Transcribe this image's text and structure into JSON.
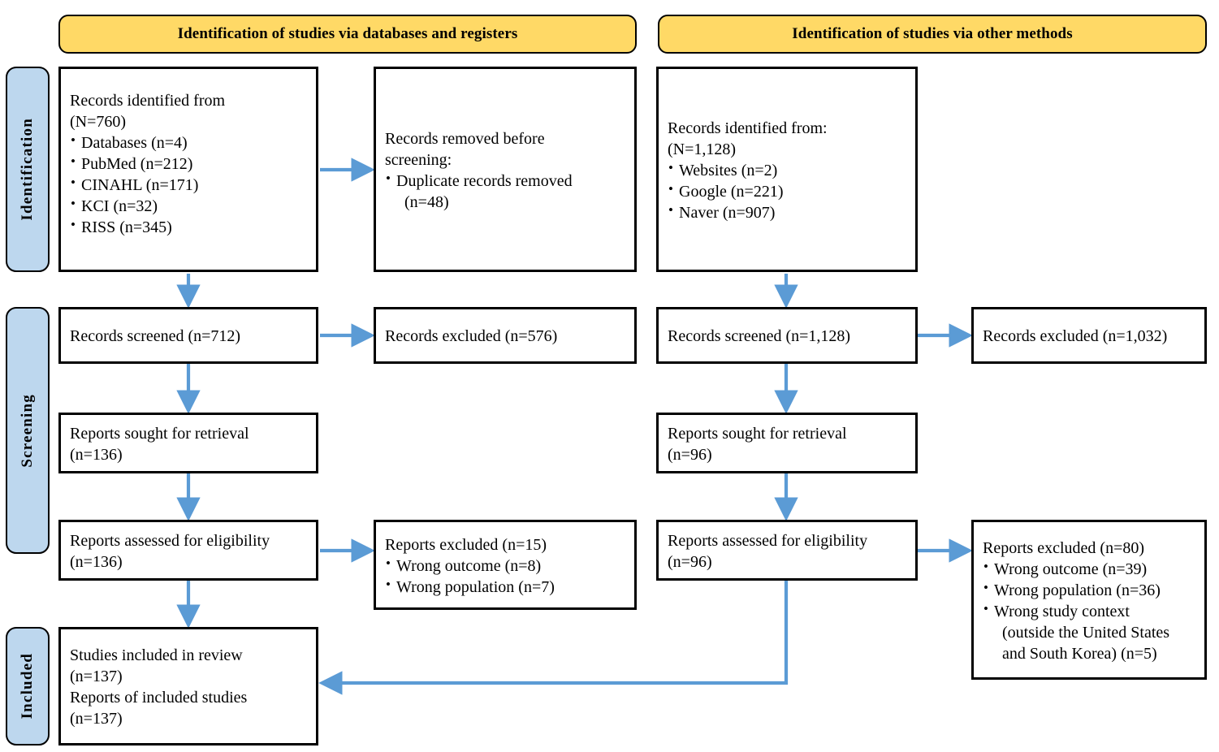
{
  "meta": {
    "diagram_title": "PRISMA 2020 flow diagram",
    "accent_header": "#FFD966",
    "accent_stage_label": "#BDD7EE",
    "accent_arrow": "#5B9BD5",
    "box_border": "#000000"
  },
  "headers": {
    "left": "Identification of studies via databases and registers",
    "right": "Identification of studies via other methods"
  },
  "stage_labels": {
    "identification": "Identification",
    "screening": "Screening",
    "included": "Included"
  },
  "boxes": {
    "records_identified_db": {
      "line1": "Records identified from",
      "line2": "(N=760)",
      "bullets": [
        "Databases (n=4)",
        "PubMed (n=212)",
        "CINAHL (n=171)",
        "KCI (n=32)",
        "RISS (n=345)"
      ]
    },
    "records_removed": {
      "line1": "Records removed before",
      "line2": "screening:",
      "bullets": [
        "Duplicate records removed",
        "(n=48)"
      ]
    },
    "records_identified_other": {
      "line1": "Records identified from:",
      "line2": "(N=1,128)",
      "bullets": [
        "Websites (n=2)",
        "Google (n=221)",
        "Naver (n=907)"
      ]
    },
    "records_screened_db": {
      "line1": "Records screened (n=712)"
    },
    "records_excluded_db": {
      "line1": "Records excluded (n=576)"
    },
    "records_screened_other": {
      "line1": "Records screened (n=1,128)"
    },
    "records_excluded_other": {
      "line1": "Records excluded (n=1,032)"
    },
    "reports_sought_db": {
      "line1": "Reports sought for retrieval",
      "line2": "(n=136)"
    },
    "reports_sought_other": {
      "line1": "Reports sought for retrieval",
      "line2": "(n=96)"
    },
    "reports_assessed_db": {
      "line1": "Reports assessed for eligibility",
      "line2": "(n=136)"
    },
    "reports_excluded_db": {
      "line1": "Reports excluded (n=15)",
      "bullets": [
        "Wrong outcome (n=8)",
        "Wrong population (n=7)"
      ]
    },
    "reports_assessed_other": {
      "line1": "Reports assessed for eligibility",
      "line2": "(n=96)"
    },
    "reports_excluded_other": {
      "line1": "Reports excluded (n=80)",
      "bullets": [
        "Wrong outcome (n=39)",
        "Wrong population (n=36)",
        "Wrong study context"
      ],
      "cont": [
        "(outside the United States",
        "and South Korea) (n=5)"
      ]
    },
    "studies_included": {
      "line1": "Studies included in review",
      "line2": "(n=137)",
      "line3": "Reports of included studies",
      "line4": "(n=137)"
    }
  }
}
